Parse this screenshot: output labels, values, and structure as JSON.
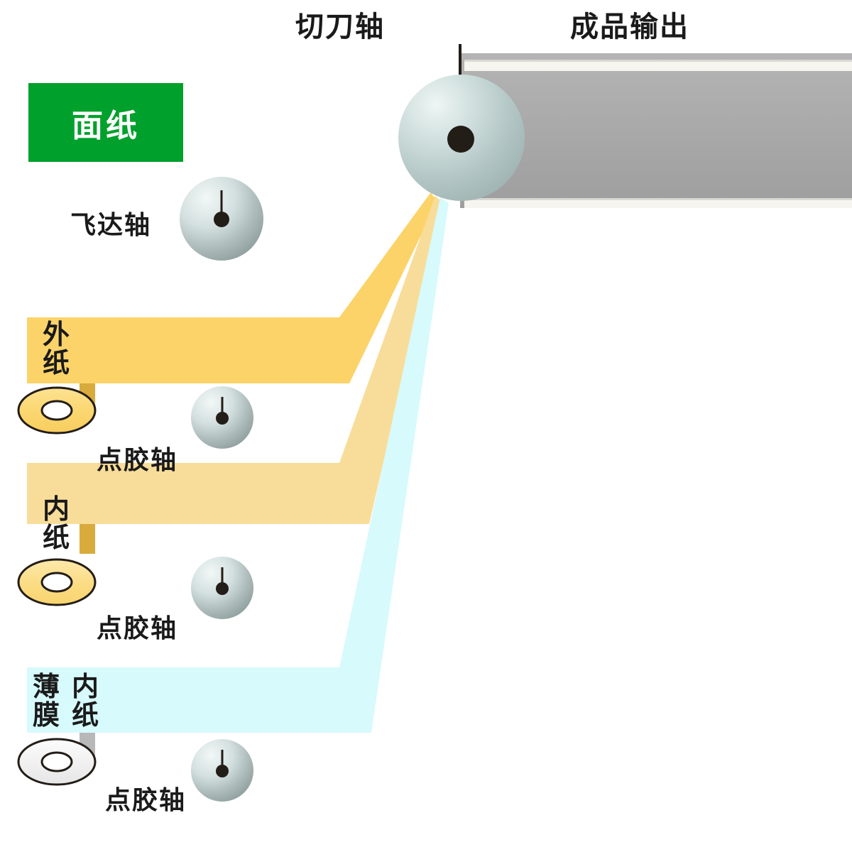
{
  "diagram": {
    "title_top_center": "切刀轴",
    "title_top_right": "成品输出",
    "face_paper_label": "面纸",
    "feeder_shaft_label": "飞达轴",
    "glue_shaft_label_1": "点胶轴",
    "glue_shaft_label_2": "点胶轴",
    "glue_shaft_label_3": "点胶轴",
    "outer_paper_line1": "外",
    "outer_paper_line2": "纸",
    "inner_paper_line1": "内",
    "inner_paper_line2": "纸",
    "film_col1_line1": "薄",
    "film_col1_line2": "膜",
    "film_col2_line1": "内",
    "film_col2_line2": "纸"
  },
  "colors": {
    "face_paper_box": "#00a02c",
    "outer_paper_strip": "#fbd369",
    "inner_paper_strip": "#f8dd9a",
    "film_strip": "#d7fafc",
    "output_band": "#a8a8a8",
    "roller_light": "#eef5f4",
    "roller_dark": "#8a9a9a",
    "hub": "#231d17",
    "text": "#1a1a1a"
  }
}
